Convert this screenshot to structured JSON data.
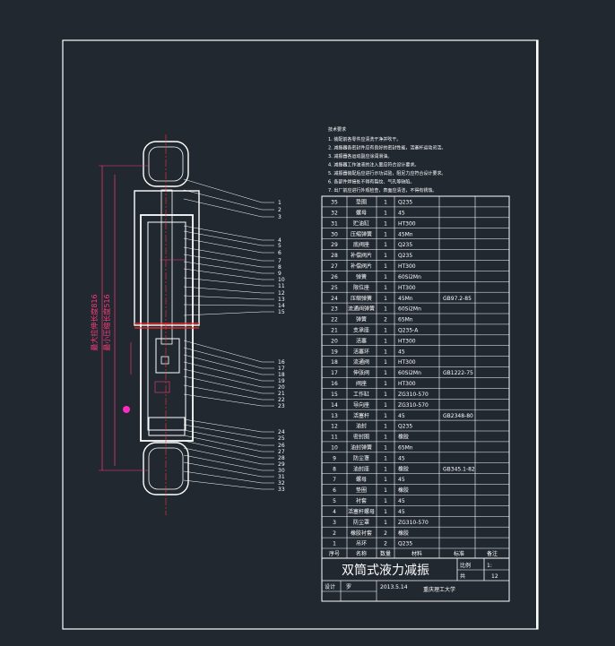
{
  "title_block": {
    "title": "双筒式液力减振",
    "scale_label": "比例",
    "scale_value": "1:",
    "sheet_label": "共",
    "sheet_value": "12",
    "designer_label": "设计",
    "designer": "罗",
    "date": "2013.5.14",
    "school": "重庆理工大学"
  },
  "tech_notes": {
    "heading": "技术要求",
    "lines": [
      "1. 装配前各零件应清洗干净并吹干。",
      "2. 减振器各密封件应有良好的密封性能，活塞杆运动灵活。",
      "3. 减振器各运动副应涂润滑油。",
      "4. 减振器工作油液的注入量应符合设计要求。",
      "5. 减振器装配后应进行示功试验，阻尼力应符合设计要求。",
      "6. 各部件焊接处不得有裂纹、气孔等缺陷。",
      "7. 出厂前应进行外观检查，表面应清洁，不得有锈蚀。"
    ]
  },
  "dimensions": {
    "max_length": "最大拉伸长度816",
    "min_length": "最小压缩长度516"
  },
  "leader_numbers": [
    "1",
    "2",
    "3",
    "4",
    "5",
    "6",
    "7",
    "8",
    "9",
    "10",
    "11",
    "12",
    "13",
    "14",
    "15",
    "16",
    "17",
    "18",
    "19",
    "20",
    "21",
    "22",
    "23",
    "24",
    "25",
    "26",
    "27",
    "28",
    "29",
    "30",
    "31",
    "32",
    "33"
  ],
  "bom_header": [
    "序号",
    "名称",
    "数量",
    "材料",
    "标准",
    "备注"
  ],
  "bom_rows": [
    {
      "no": "35",
      "name": "垫圈",
      "qty": "1",
      "mat": "Q235",
      "std": ""
    },
    {
      "no": "32",
      "name": "螺母",
      "qty": "1",
      "mat": "45",
      "std": ""
    },
    {
      "no": "31",
      "name": "贮油缸",
      "qty": "1",
      "mat": "HT300",
      "std": ""
    },
    {
      "no": "30",
      "name": "压缩弹簧",
      "qty": "1",
      "mat": "45Mn",
      "std": ""
    },
    {
      "no": "29",
      "name": "底阀座",
      "qty": "1",
      "mat": "Q235",
      "std": ""
    },
    {
      "no": "28",
      "name": "补偿阀片",
      "qty": "1",
      "mat": "Q235",
      "std": ""
    },
    {
      "no": "27",
      "name": "补偿阀片",
      "qty": "1",
      "mat": "HT300",
      "std": ""
    },
    {
      "no": "26",
      "name": "弹簧",
      "qty": "1",
      "mat": "60Si2Mn",
      "std": ""
    },
    {
      "no": "25",
      "name": "限位座",
      "qty": "1",
      "mat": "HT300",
      "std": ""
    },
    {
      "no": "24",
      "name": "压缩弹簧",
      "qty": "1",
      "mat": "45Mn",
      "std": "GB97.2-85"
    },
    {
      "no": "23",
      "name": "流通阀弹簧",
      "qty": "1",
      "mat": "60Si2Mn",
      "std": ""
    },
    {
      "no": "22",
      "name": "弹簧",
      "qty": "2",
      "mat": "65Mn",
      "std": ""
    },
    {
      "no": "21",
      "name": "支承座",
      "qty": "1",
      "mat": "Q235-A",
      "std": ""
    },
    {
      "no": "20",
      "name": "活塞",
      "qty": "1",
      "mat": "HT300",
      "std": ""
    },
    {
      "no": "19",
      "name": "活塞环",
      "qty": "1",
      "mat": "45",
      "std": ""
    },
    {
      "no": "18",
      "name": "流通阀",
      "qty": "1",
      "mat": "HT300",
      "std": ""
    },
    {
      "no": "17",
      "name": "伸张阀",
      "qty": "1",
      "mat": "60Si2Mn",
      "std": "GB1222-75"
    },
    {
      "no": "16",
      "name": "阀座",
      "qty": "1",
      "mat": "HT300",
      "std": ""
    },
    {
      "no": "15",
      "name": "工作缸",
      "qty": "1",
      "mat": "ZG310-570",
      "std": ""
    },
    {
      "no": "14",
      "name": "导向座",
      "qty": "1",
      "mat": "ZG310-570",
      "std": ""
    },
    {
      "no": "13",
      "name": "活塞杆",
      "qty": "1",
      "mat": "45",
      "std": "GB2348-80"
    },
    {
      "no": "12",
      "name": "油封",
      "qty": "1",
      "mat": "Q235",
      "std": ""
    },
    {
      "no": "11",
      "name": "密封圈",
      "qty": "1",
      "mat": "橡胶",
      "std": ""
    },
    {
      "no": "10",
      "name": "油封弹簧",
      "qty": "1",
      "mat": "65Mn",
      "std": ""
    },
    {
      "no": "9",
      "name": "防尘罩",
      "qty": "1",
      "mat": "45",
      "std": ""
    },
    {
      "no": "8",
      "name": "油封座",
      "qty": "1",
      "mat": "橡胶",
      "std": "GB345.1-82"
    },
    {
      "no": "7",
      "name": "螺母",
      "qty": "1",
      "mat": "45",
      "std": ""
    },
    {
      "no": "6",
      "name": "垫圈",
      "qty": "1",
      "mat": "橡胶",
      "std": ""
    },
    {
      "no": "5",
      "name": "衬套",
      "qty": "1",
      "mat": "45",
      "std": ""
    },
    {
      "no": "4",
      "name": "活塞杆螺母",
      "qty": "1",
      "mat": "45",
      "std": ""
    },
    {
      "no": "3",
      "name": "防尘罩",
      "qty": "1",
      "mat": "ZG310-570",
      "std": ""
    },
    {
      "no": "2",
      "name": "橡胶衬套",
      "qty": "2",
      "mat": "橡胶",
      "std": ""
    },
    {
      "no": "1",
      "name": "吊环",
      "qty": "2",
      "mat": "Q235",
      "std": ""
    }
  ]
}
